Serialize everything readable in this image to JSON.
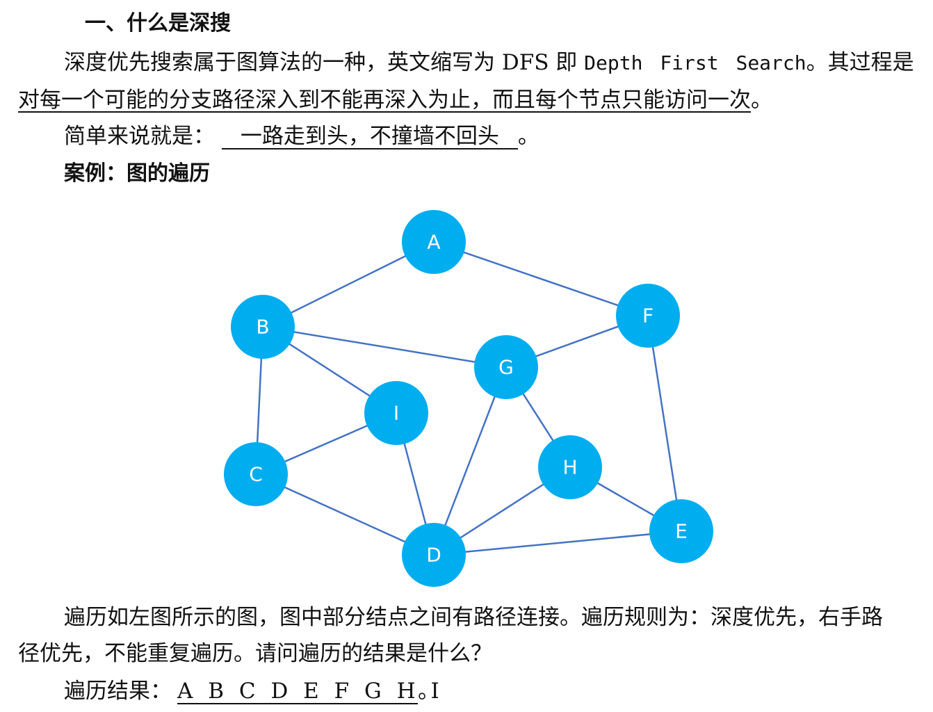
{
  "section_title": "一、什么是深搜",
  "intro": {
    "part1": "深度优先搜索属于图算法的一种，英文缩写为 DFS 即 ",
    "term_en": "Depth First Search",
    "part2": "。其过程是",
    "line2_underlined": "对每一个可能的分支路径深入到不能再深入为止，而且每个节点只能访问一次",
    "line2_end": "。"
  },
  "summary": {
    "label": "简单来说就是：",
    "answer": "一路走到头，不撞墙不回头",
    "end": "。"
  },
  "case_title": "案例：图的遍历",
  "graph": {
    "node_color": "#00adef",
    "edge_color": "#4472c4",
    "nodes": [
      {
        "id": "A",
        "label": "A"
      },
      {
        "id": "B",
        "label": "B"
      },
      {
        "id": "C",
        "label": "C"
      },
      {
        "id": "D",
        "label": "D"
      },
      {
        "id": "E",
        "label": "E"
      },
      {
        "id": "F",
        "label": "F"
      },
      {
        "id": "G",
        "label": "G"
      },
      {
        "id": "H",
        "label": "H"
      },
      {
        "id": "I",
        "label": "I"
      }
    ],
    "edges": [
      [
        "A",
        "B"
      ],
      [
        "A",
        "F"
      ],
      [
        "B",
        "G"
      ],
      [
        "B",
        "I"
      ],
      [
        "B",
        "C"
      ],
      [
        "F",
        "G"
      ],
      [
        "F",
        "E"
      ],
      [
        "G",
        "H"
      ],
      [
        "G",
        "D"
      ],
      [
        "I",
        "C"
      ],
      [
        "I",
        "D"
      ],
      [
        "C",
        "D"
      ],
      [
        "H",
        "D"
      ],
      [
        "H",
        "E"
      ],
      [
        "D",
        "E"
      ]
    ]
  },
  "question": {
    "line1": "遍历如左图所示的图，图中部分结点之间有路径连接。遍历规则为：深度优先，右手路",
    "line2": "径优先，不能重复遍历。请问遍历的结果是什么？"
  },
  "result": {
    "label": "遍历结果：",
    "answer": "A B C D E F G H I",
    "end": "。"
  }
}
